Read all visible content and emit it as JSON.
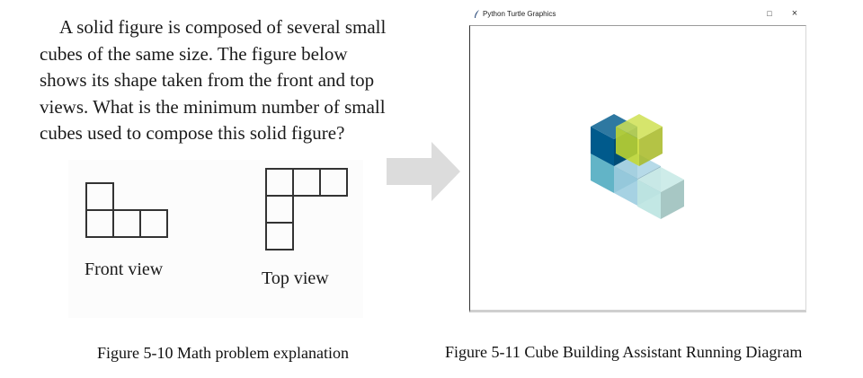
{
  "problem": {
    "text": "A solid figure is composed of several small cubes of the same size. The figure below shows its shape taken from the front and top views. What is the minimum number of small cubes used to compose this solid figure?",
    "front_view_label": "Front view",
    "top_view_label": "Top view"
  },
  "turtle_window": {
    "title": "Python Turtle Graphics",
    "maximize_glyph": "□",
    "close_glyph": "×",
    "app_icon": "feather-icon",
    "cube_colors": {
      "dark_blue": "#005a8c",
      "lime": "#c5d92c",
      "light_teal": "#5ab0c4",
      "pale_blue": "#9ccde0",
      "pale_mint": "#bfe6e3"
    }
  },
  "captions": {
    "left": "Figure 5-10 Math problem explanation",
    "right": "Figure 5-11 Cube Building Assistant Running Diagram"
  }
}
